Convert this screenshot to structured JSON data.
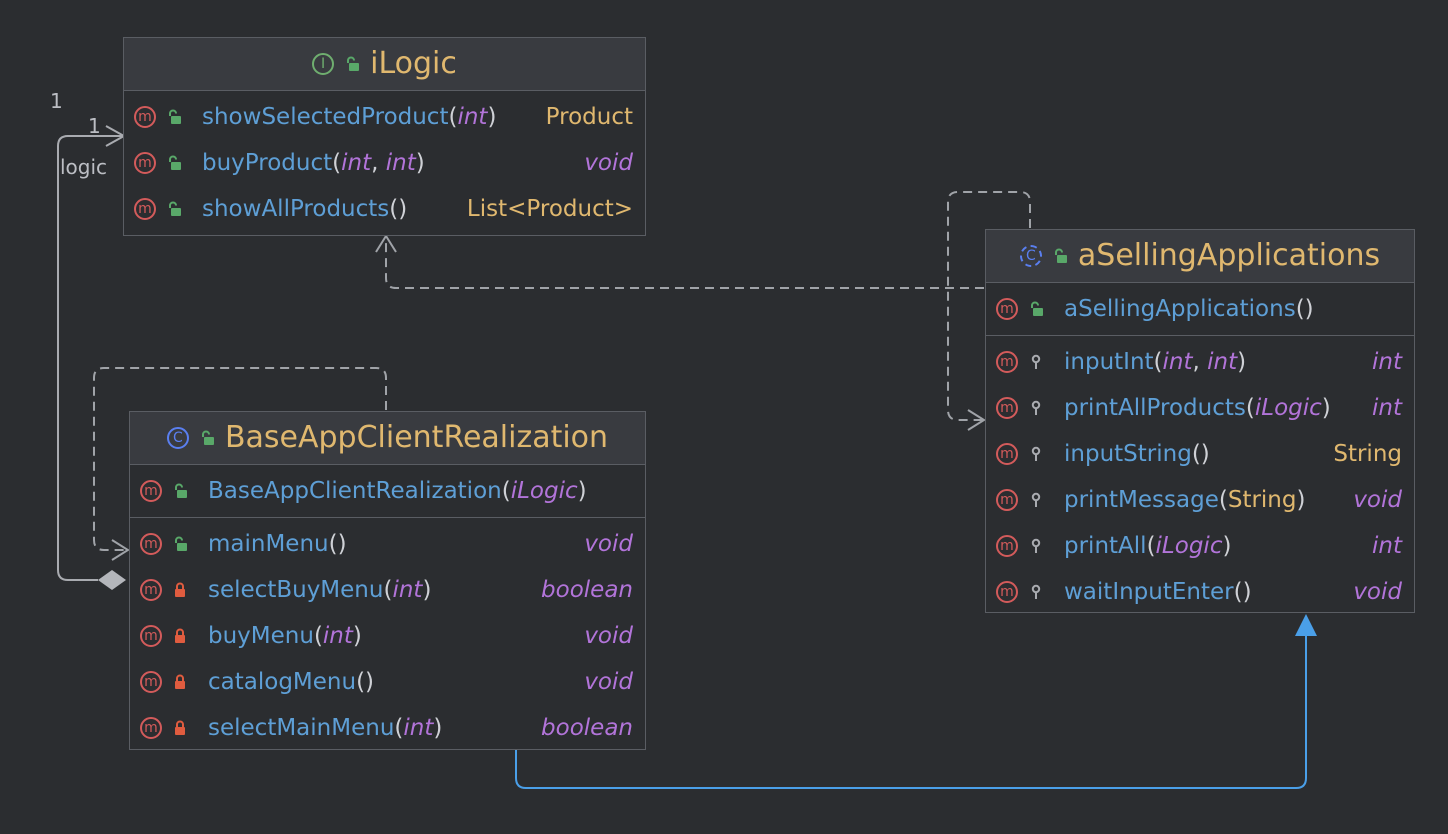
{
  "colors": {
    "background": "#2b2d30",
    "header": "#393b40",
    "class_title": "#e0b86f",
    "method_name": "#5e9fd6",
    "primitive_type": "#b274d9",
    "public_icon": "#59a869",
    "private_icon": "#e05c3f",
    "inheritance_edge": "#4a9fe8",
    "dependency_edge": "#a0a3a8"
  },
  "edge_labels": {
    "outer_multiplicity": "1",
    "inner_multiplicity": "1",
    "role": "logic"
  },
  "classes": [
    {
      "id": "iLogic",
      "kind": "interface",
      "kind_icon": "I",
      "name": "iLogic",
      "sections": [
        [
          {
            "icon": "method-icon",
            "visibility": "public",
            "name": "showSelectedProduct",
            "params": [
              "int"
            ],
            "return": "Product"
          },
          {
            "icon": "method-icon",
            "visibility": "public",
            "name": "buyProduct",
            "params": [
              "int",
              "int"
            ],
            "return": "void"
          },
          {
            "icon": "method-icon",
            "visibility": "public",
            "name": "showAllProducts",
            "params": [],
            "return": "List<Product>"
          }
        ]
      ]
    },
    {
      "id": "BaseAppClientRealization",
      "kind": "class",
      "kind_icon": "C",
      "name": "BaseAppClientRealization",
      "sections": [
        [
          {
            "icon": "method-icon",
            "visibility": "public",
            "name": "BaseAppClientRealization",
            "params": [
              "iLogic"
            ],
            "return": ""
          }
        ],
        [
          {
            "icon": "method-icon",
            "visibility": "public",
            "name": "mainMenu",
            "params": [],
            "return": "void"
          },
          {
            "icon": "method-icon",
            "visibility": "private",
            "name": "selectBuyMenu",
            "params": [
              "int"
            ],
            "return": "boolean"
          },
          {
            "icon": "method-icon",
            "visibility": "private",
            "name": "buyMenu",
            "params": [
              "int"
            ],
            "return": "void"
          },
          {
            "icon": "method-icon",
            "visibility": "private",
            "name": "catalogMenu",
            "params": [],
            "return": "void"
          },
          {
            "icon": "method-icon",
            "visibility": "private",
            "name": "selectMainMenu",
            "params": [
              "int"
            ],
            "return": "boolean"
          }
        ]
      ]
    },
    {
      "id": "aSellingApplications",
      "kind": "abstract-class",
      "kind_icon": "C",
      "name": "aSellingApplications",
      "sections": [
        [
          {
            "icon": "method-icon",
            "visibility": "public",
            "name": "aSellingApplications",
            "params": [],
            "return": ""
          }
        ],
        [
          {
            "icon": "method-icon",
            "visibility": "protected",
            "name": "inputInt",
            "params": [
              "int",
              "int"
            ],
            "return": "int"
          },
          {
            "icon": "method-icon",
            "visibility": "protected",
            "name": "printAllProducts",
            "params": [
              "iLogic"
            ],
            "return": "int"
          },
          {
            "icon": "method-icon",
            "visibility": "protected",
            "name": "inputString",
            "params": [],
            "return": "String"
          },
          {
            "icon": "method-icon",
            "visibility": "protected",
            "name": "printMessage",
            "params": [
              "String"
            ],
            "return": "void"
          },
          {
            "icon": "method-icon",
            "visibility": "protected",
            "name": "printAll",
            "params": [
              "iLogic"
            ],
            "return": "int"
          },
          {
            "icon": "method-icon",
            "visibility": "protected",
            "name": "waitInputEnter",
            "params": [],
            "return": "void"
          }
        ]
      ]
    }
  ]
}
